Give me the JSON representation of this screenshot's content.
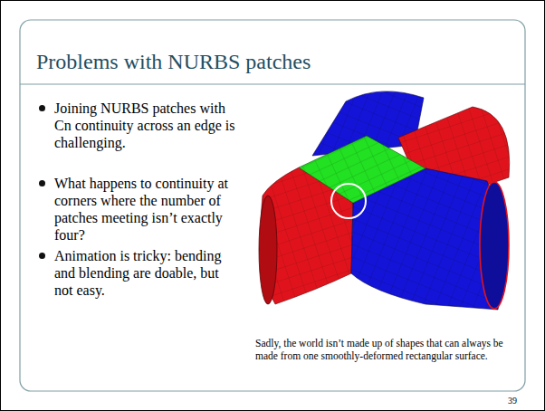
{
  "diagram": {
    "title": "Problems with NURBS patches",
    "caption": "Sadly, the world isn’t made up of shapes that can always be made from one smoothly-deformed rectangular surface.",
    "labels": [
      "Joining NURBS patches with Cn continuity across an edge is challenging.",
      "What happens to continuity at corners where the number of patches meeting isn’t exactly four?",
      "Animation is tricky: bending and blending are doable, but not easy.",
      "39"
    ]
  }
}
